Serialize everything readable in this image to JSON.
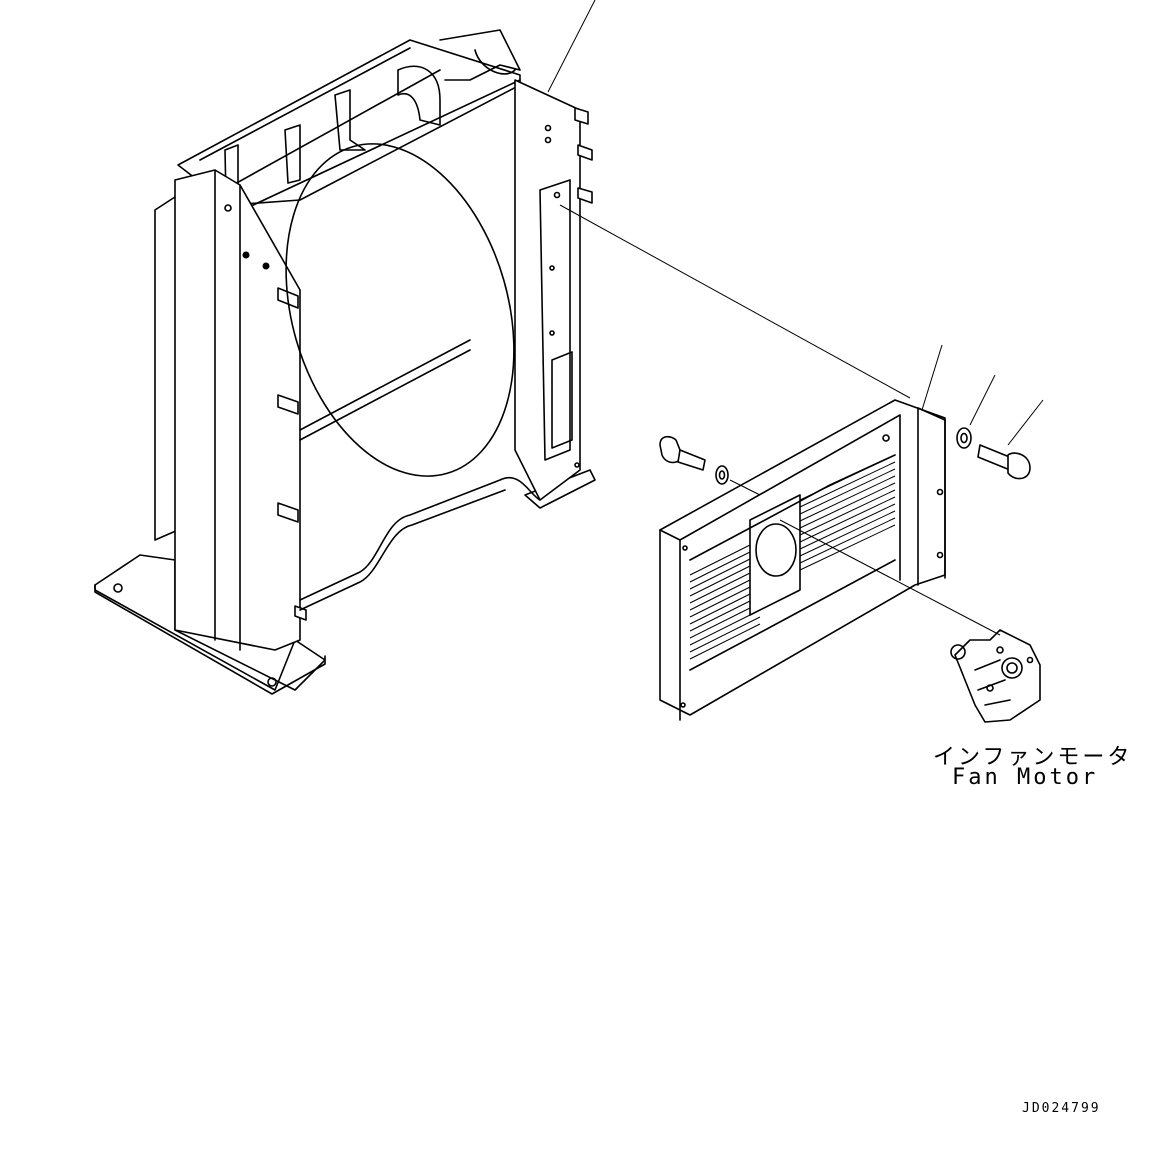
{
  "diagram": {
    "labels": {
      "fan_motor_jp": "インファンモータ",
      "fan_motor_en": "Fan Motor"
    },
    "drawing_id": "JD024799"
  }
}
